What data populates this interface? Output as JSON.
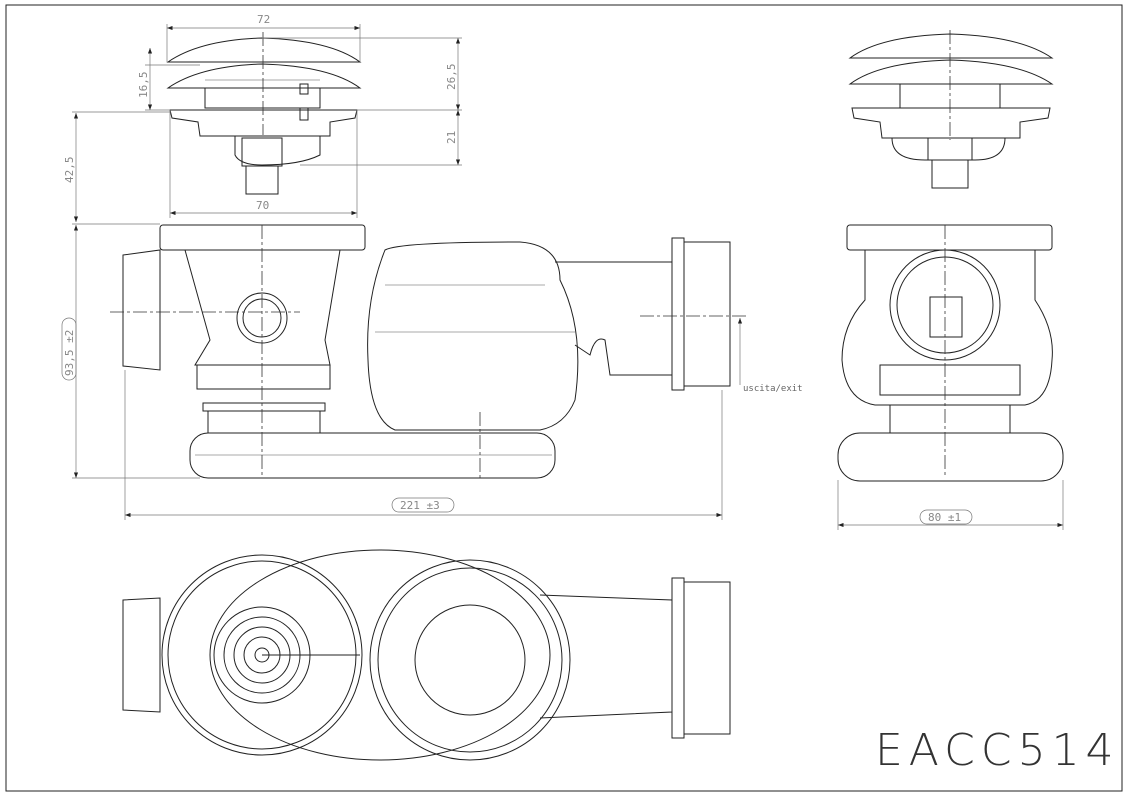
{
  "drawing_code": "EACC514",
  "dimensions": {
    "cap_width": "72",
    "base_width": "70",
    "cap_gap": "16,5",
    "cap_height": "26,5",
    "body_height": "21",
    "stroke": "42,5",
    "total_height": "93,5 ±2",
    "total_length": "221 ±3",
    "side_width": "80 ±1"
  },
  "exit_label": "uscita/exit"
}
